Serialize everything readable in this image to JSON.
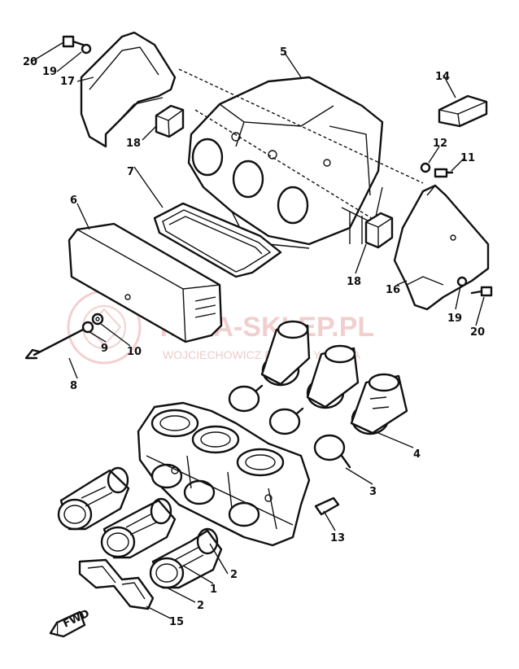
{
  "watermark": {
    "title": "YAMA-SKLEP.PL",
    "subtitle": "WOJCIECHOWICZ DEALER YAMAHA",
    "color": "#e8a9a9"
  },
  "fwd_label": "FWD",
  "labels": [
    "1",
    "2",
    "2",
    "3",
    "4",
    "5",
    "6",
    "7",
    "8",
    "9",
    "10",
    "11",
    "12",
    "13",
    "14",
    "15",
    "16",
    "17",
    "18",
    "18",
    "19",
    "19",
    "20",
    "20"
  ]
}
